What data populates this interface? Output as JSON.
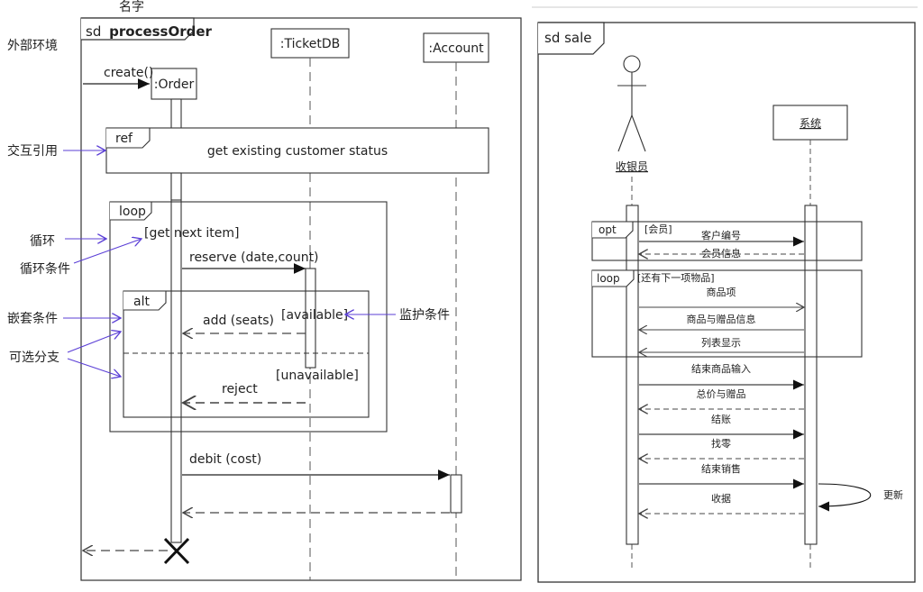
{
  "left_diagram": {
    "top_label": "名字",
    "frame_title_prefix": "sd",
    "frame_title": "processOrder",
    "environment_label": "外部环境",
    "lifelines": {
      "order": ":Order",
      "ticketdb": ":TicketDB",
      "account": ":Account"
    },
    "messages": {
      "create": "create()",
      "reserve": "reserve (date,count)",
      "add": "add (seats)",
      "reject": "reject",
      "debit": "debit (cost)"
    },
    "ref": {
      "tag": "ref",
      "text": "get existing customer status"
    },
    "loop": {
      "tag": "loop",
      "guard": "[get next item]"
    },
    "alt": {
      "tag": "alt",
      "guard1": "[available]",
      "guard2": "[unavailable]"
    },
    "annotations": {
      "interaction_ref": "交互引用",
      "loop": "循环",
      "loop_condition": "循环条件",
      "nested_condition": "嵌套条件",
      "alternative_branch": "可选分支",
      "guard_condition": "监护条件"
    }
  },
  "right_diagram": {
    "frame_title": "sd sale",
    "actor": "收银员",
    "system": "系统",
    "opt": {
      "tag": "opt",
      "guard": "[会员]"
    },
    "loop": {
      "tag": "loop",
      "guard": "[还有下一项物品]"
    },
    "messages": {
      "customer_no": "客户编号",
      "member_info": "会员信息",
      "item": "商品项",
      "item_gift_info": "商品与赠品信息",
      "list_display": "列表显示",
      "end_item_input": "结束商品输入",
      "total_gift": "总价与赠品",
      "checkout": "结账",
      "change": "找零",
      "end_sale": "结束销售",
      "receipt": "收据",
      "update": "更新"
    }
  }
}
